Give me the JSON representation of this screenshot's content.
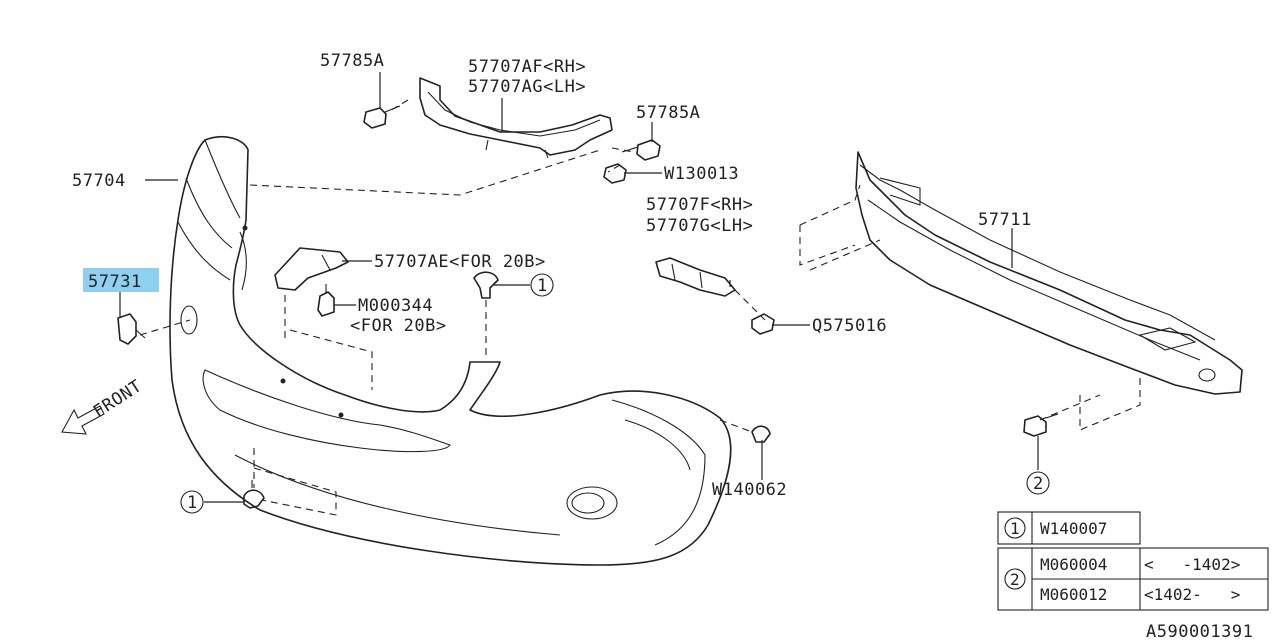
{
  "diagram_id": "A590001391",
  "highlighted_part": "57731",
  "front_label": "FRONT",
  "callout_symbols": {
    "one": "1",
    "two": "2"
  },
  "parts": {
    "p57785A_left": "57785A",
    "p57707AF": "57707AF<RH>",
    "p57707AG": "57707AG<LH>",
    "p57785A_right": "57785A",
    "pW130013": "W130013",
    "p57704": "57704",
    "p57707AE": "57707AE<FOR 20B>",
    "p57731": "57731",
    "pM000344": "M000344",
    "pFor20B": "<FOR 20B>",
    "p57707F": "57707F<RH>",
    "p57707G": "57707G<LH>",
    "p57711": "57711",
    "pQ575016": "Q575016",
    "pW140062": "W140062"
  },
  "legend": {
    "row1": {
      "symbol": "1",
      "part": "W140007"
    },
    "row2": {
      "symbol": "2",
      "items": [
        {
          "part": "M060004",
          "range": "<   -1402>"
        },
        {
          "part": "M060012",
          "range": "<1402-   >"
        }
      ]
    }
  }
}
